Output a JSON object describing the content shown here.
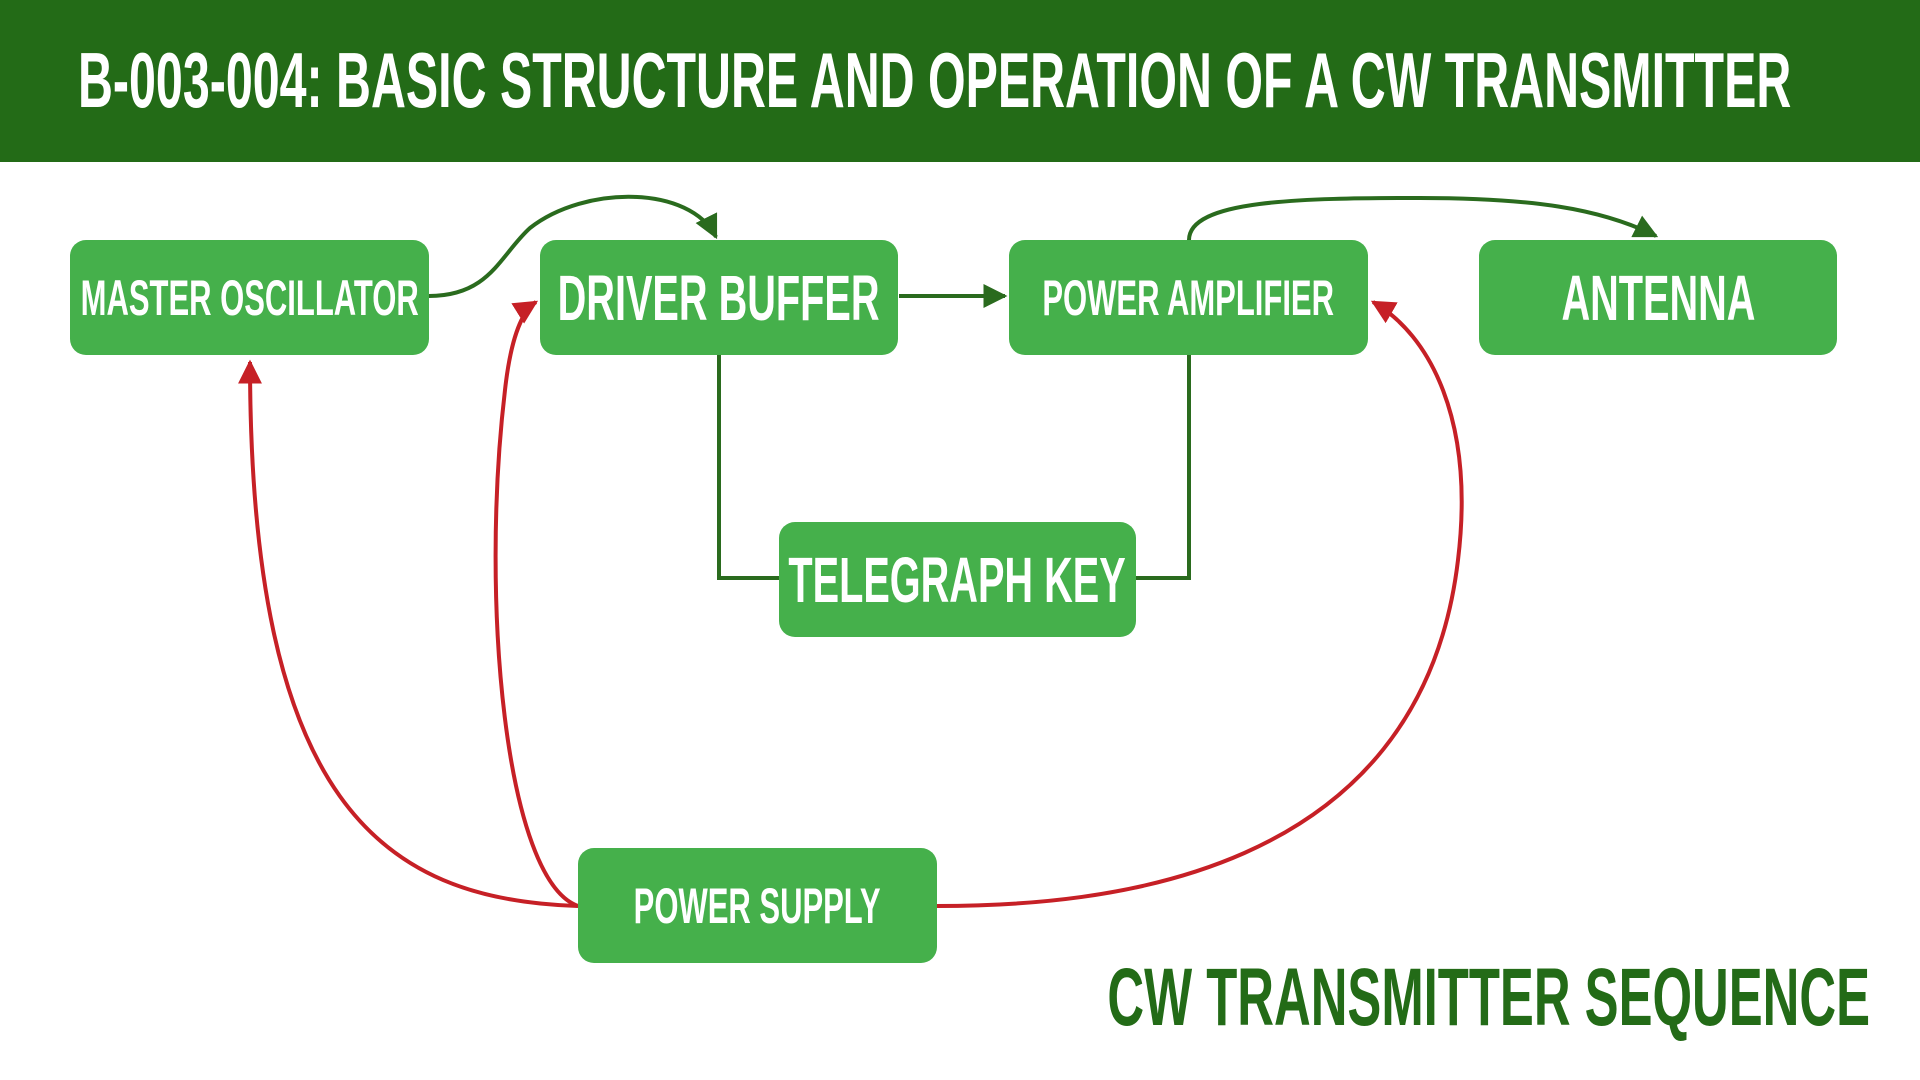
{
  "header": {
    "title": "B-003-004: BASIC STRUCTURE AND OPERATION OF A CW TRANSMITTER"
  },
  "nodes": {
    "master_oscillator": "MASTER OSCILLATOR",
    "driver_buffer": "DRIVER BUFFER",
    "power_amplifier": "POWER AMPLIFIER",
    "antenna": "ANTENNA",
    "telegraph_key": "TELEGRAPH KEY",
    "power_supply": "POWER SUPPLY"
  },
  "edges": [
    {
      "from": "MASTER OSCILLATOR",
      "to": "DRIVER BUFFER",
      "type": "signal"
    },
    {
      "from": "DRIVER BUFFER",
      "to": "POWER AMPLIFIER",
      "type": "signal"
    },
    {
      "from": "POWER AMPLIFIER",
      "to": "ANTENNA",
      "type": "signal"
    },
    {
      "from": "DRIVER BUFFER",
      "to": "TELEGRAPH KEY",
      "type": "keying"
    },
    {
      "from": "POWER AMPLIFIER",
      "to": "TELEGRAPH KEY",
      "type": "keying"
    },
    {
      "from": "POWER SUPPLY",
      "to": "MASTER OSCILLATOR",
      "type": "power"
    },
    {
      "from": "POWER SUPPLY",
      "to": "DRIVER BUFFER",
      "type": "power"
    },
    {
      "from": "POWER SUPPLY",
      "to": "POWER AMPLIFIER",
      "type": "power"
    }
  ],
  "colors": {
    "header_bg": "#236b17",
    "node_fill": "#45b04b",
    "signal_line": "#2a6b1e",
    "power_line": "#c62026"
  },
  "footer": {
    "caption": "CW TRANSMITTER SEQUENCE"
  }
}
